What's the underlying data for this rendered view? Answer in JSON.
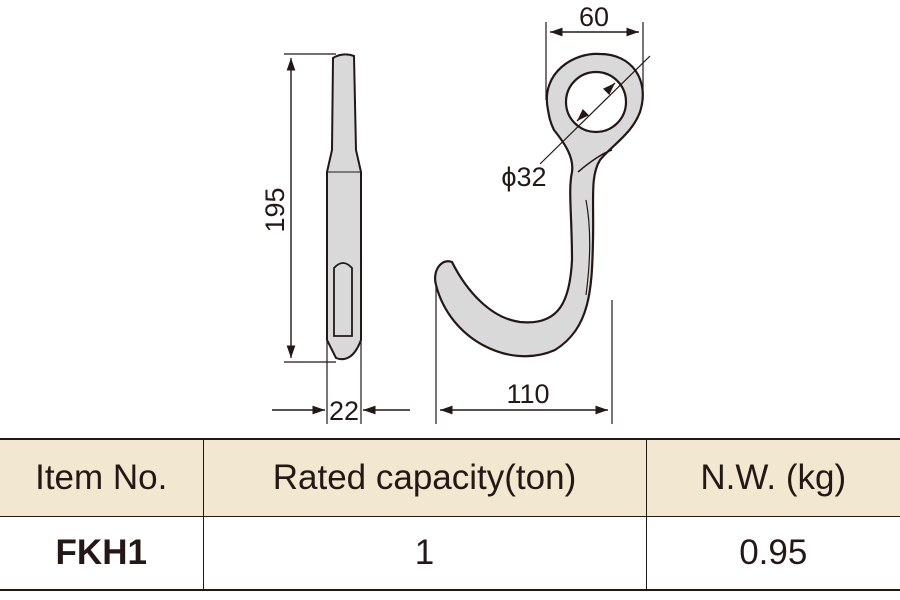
{
  "drawing": {
    "dimensions": {
      "height": "195",
      "thickness": "22",
      "eye_width": "60",
      "hole_diameter": "ϕ32",
      "hook_width": "110"
    },
    "colors": {
      "body_fill": "#d9d9d9",
      "line": "#231815",
      "header_bg": "#f1e8cf"
    }
  },
  "table": {
    "headers": [
      "Item No.",
      "Rated capacity(ton)",
      "N.W. (kg)"
    ],
    "rows": [
      {
        "item": "FKH1",
        "capacity": "1",
        "weight": "0.95"
      }
    ]
  }
}
